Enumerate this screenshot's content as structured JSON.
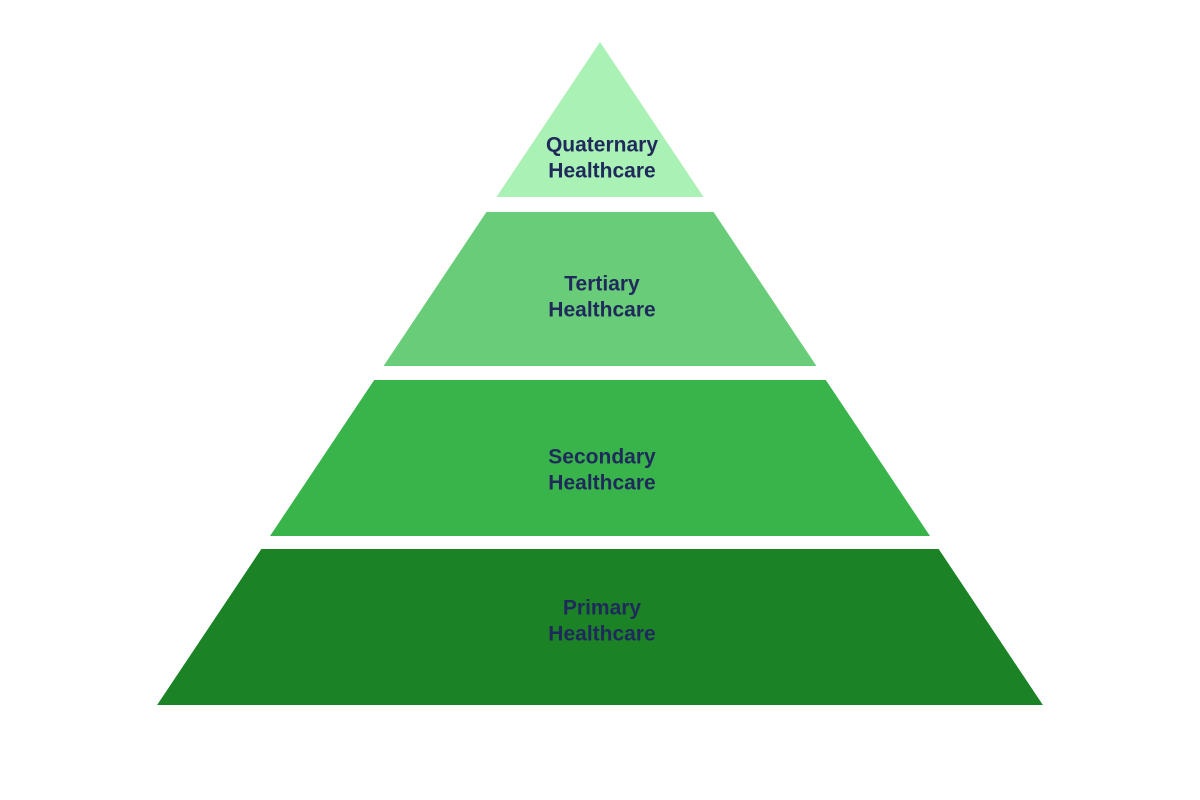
{
  "diagram": {
    "type": "pyramid",
    "background_color": "#ffffff",
    "text_color": "#1f2a5b",
    "levels": [
      {
        "label": "Quaternary Healthcare",
        "line1": "Quaternary",
        "line2": "Healthcare",
        "color": "#a9f1b4"
      },
      {
        "label": "Tertiary Healthcare",
        "line1": "Tertiary",
        "line2": "Healthcare",
        "color": "#68cc78"
      },
      {
        "label": "Secondary Healthcare",
        "line1": "Secondary",
        "line2": "Healthcare",
        "color": "#39b44a"
      },
      {
        "label": "Primary Healthcare",
        "line1": "Primary",
        "line2": "Healthcare",
        "color": "#1b8226"
      }
    ]
  }
}
